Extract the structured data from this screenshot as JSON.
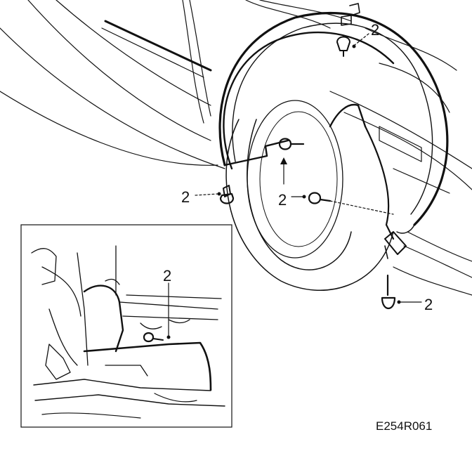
{
  "callouts": {
    "top": "2",
    "left_clip": "2",
    "center_bolt": "2",
    "lower_bolt": "2",
    "inset": "2"
  },
  "figure_code": "E254R061",
  "icons": [
    "bolt-icon",
    "clip-icon"
  ]
}
